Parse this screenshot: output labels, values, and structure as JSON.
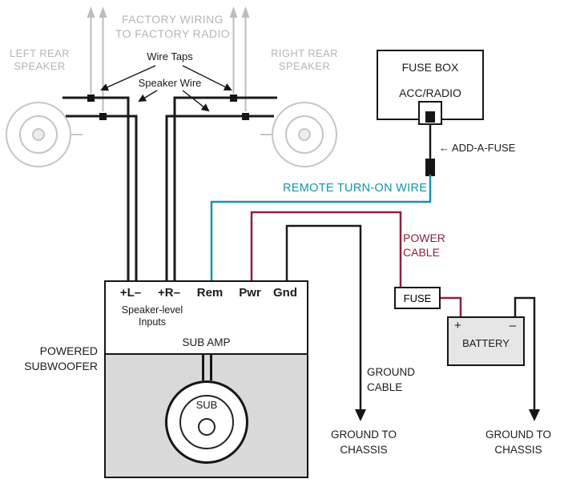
{
  "colors": {
    "remote_wire_teal": "#1295aa",
    "power_wire_maroon": "#8e1f3d",
    "factory_gray": "#b5b5b5",
    "wire_black": "#1a1a1a",
    "amp_body_gray": "#d9d9d9",
    "battery_gray": "#e6e6e6"
  },
  "factory": {
    "wiring_line1": "FACTORY WIRING",
    "wiring_line2": "TO FACTORY RADIO",
    "wire_taps": "Wire Taps",
    "speaker_wire": "Speaker Wire"
  },
  "speakers": {
    "left_line1": "LEFT REAR",
    "left_line2": "SPEAKER",
    "right_line1": "RIGHT REAR",
    "right_line2": "SPEAKER"
  },
  "fuse_box": {
    "title": "FUSE BOX",
    "slot": "ACC/RADIO",
    "add_a_fuse": "← ADD-A-FUSE"
  },
  "wires": {
    "remote": "REMOTE TURN-ON WIRE",
    "power_line1": "POWER",
    "power_line2": "CABLE",
    "ground_line1": "GROUND",
    "ground_line2": "CABLE"
  },
  "amp": {
    "terminals": [
      {
        "label": "+L–"
      },
      {
        "label": "+R–"
      },
      {
        "label": "Rem"
      },
      {
        "label": "Pwr"
      },
      {
        "label": "Gnd"
      }
    ],
    "inputs_line1": "Speaker-level",
    "inputs_line2": "Inputs",
    "title": "SUB AMP",
    "sub": "SUB",
    "name_line1": "POWERED",
    "name_line2": "SUBWOOFER"
  },
  "power": {
    "fuse": "FUSE",
    "battery": "BATTERY",
    "plus": "+",
    "minus": "–"
  },
  "grounds": {
    "left_line1": "GROUND TO",
    "left_line2": "CHASSIS",
    "right_line1": "GROUND TO",
    "right_line2": "CHASSIS"
  }
}
